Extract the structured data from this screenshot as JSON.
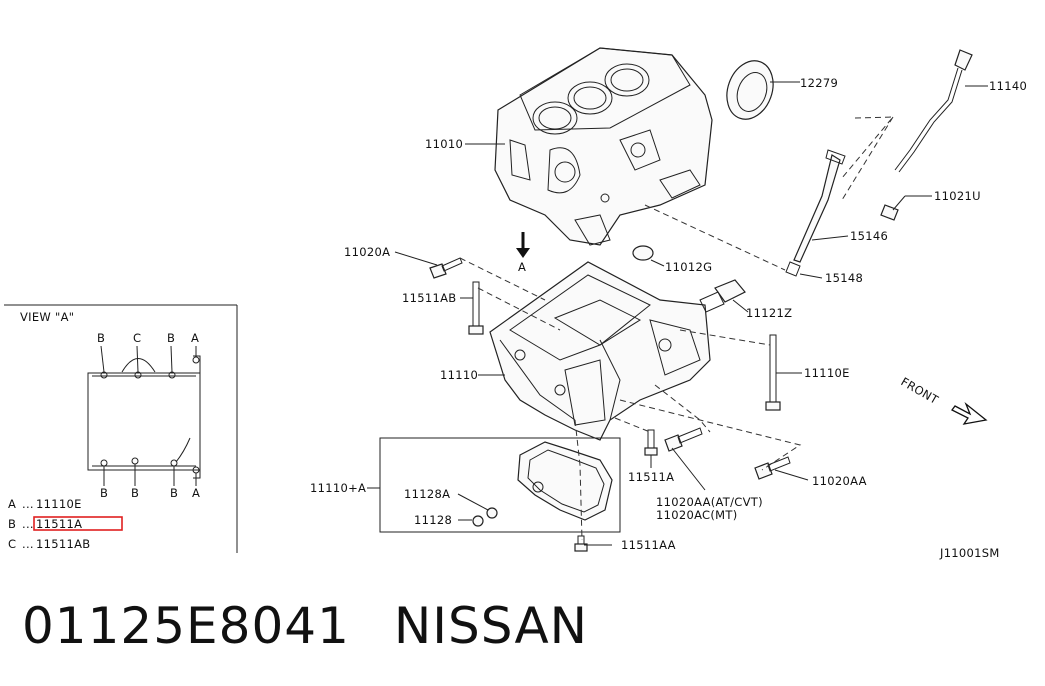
{
  "diagram": {
    "labels": {
      "p12279": "12279",
      "p11140": "11140",
      "p11010": "11010",
      "p11021U": "11021U",
      "p15146": "15146",
      "p11020A": "11020A",
      "p11012G": "11012G",
      "p15148": "15148",
      "p11511AB": "11511AB",
      "p11121Z": "11121Z",
      "p11110": "11110",
      "p11110E": "11110E",
      "p11110A": "11110+A",
      "p11128A": "11128A",
      "p11128": "11128",
      "p11511A": "11511A",
      "p11020AA_at": "11020AA(AT/CVT)",
      "p11020AC_mt": "11020AC(MT)",
      "p11020AA": "11020AA",
      "p11511AA": "11511AA",
      "view_ref": "A",
      "front": "FRONT",
      "code": "J11001SM"
    },
    "view_a": {
      "title": "VIEW \"A\"",
      "top_markers": [
        "B",
        "C",
        "B",
        "A"
      ],
      "bottom_markers": [
        "B",
        "B",
        "B",
        "A"
      ],
      "legend": [
        {
          "key": "A",
          "dots": "...",
          "part": "11110E",
          "highlight": false
        },
        {
          "key": "B",
          "dots": "...",
          "part": "11511A",
          "highlight": true
        },
        {
          "key": "C",
          "dots": "...",
          "part": "11511AB",
          "highlight": false
        }
      ],
      "highlight_color": "#e02020"
    }
  },
  "footer": {
    "part_number": "01125E8041",
    "brand": "NISSAN"
  }
}
